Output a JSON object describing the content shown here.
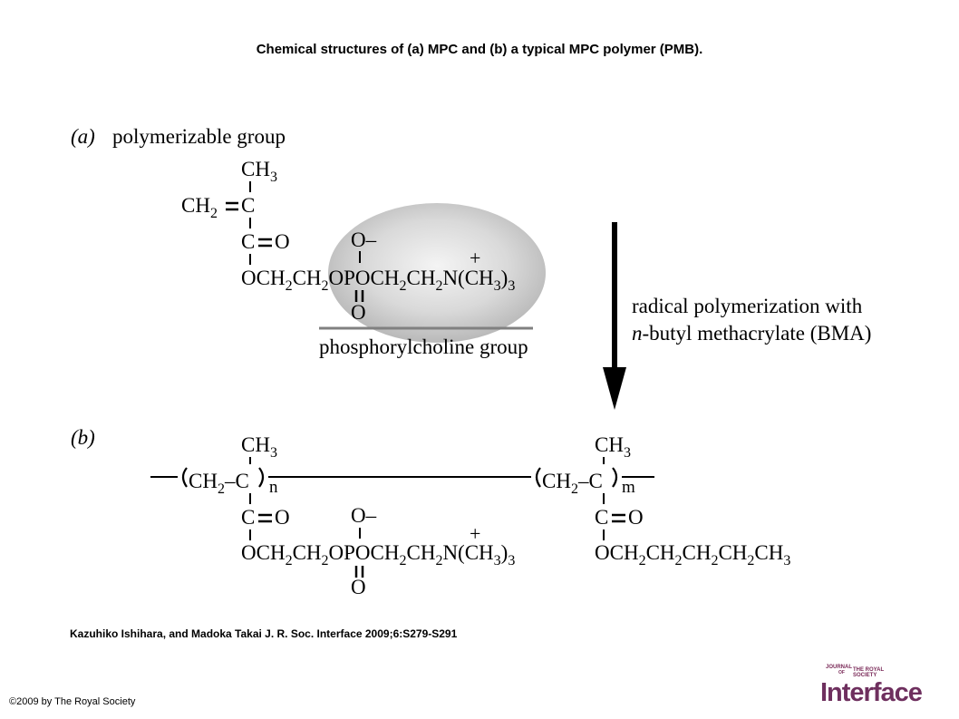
{
  "title": "Chemical structures of (a) MPC and (b) a typical MPC polymer (PMB).",
  "panel_a": {
    "label": "(a)",
    "group_label": "polymerizable group",
    "ch3": "CH3",
    "ch2": "CH2",
    "c_vinyl": "C",
    "c_carbonyl": "C",
    "o_carbonyl": "O",
    "o_minus": "O–",
    "plus": "+",
    "chain_segments": [
      "OCH",
      "2",
      "CH",
      "2",
      "OPOCH",
      "2",
      "CH",
      "2",
      "N(CH",
      "3",
      ")",
      "3"
    ],
    "o_bottom": "O",
    "phospho_label": "phosphorylcholine group"
  },
  "reaction": {
    "line1": "radical polymerization with",
    "line2_italic": "n",
    "line2_rest": "-butyl methacrylate (BMA)"
  },
  "panel_b": {
    "label": "(b)",
    "ch3_left": "CH3",
    "ch3_right": "CH3",
    "n_sub": "n",
    "m_sub": "m",
    "c_carbonyl_left": "C",
    "o_carbonyl_left": "O",
    "c_carbonyl_right": "C",
    "o_carbonyl_right": "O",
    "o_minus": "O–",
    "plus": "+",
    "left_chain": [
      "OCH",
      "2",
      "CH",
      "2",
      "OPOCH",
      "2",
      "CH",
      "2",
      "N(CH",
      "3",
      ")",
      "3"
    ],
    "right_chain": [
      "OCH",
      "2",
      "CH",
      "2",
      "CH",
      "2",
      "CH",
      "2",
      "CH",
      "3"
    ],
    "o_bottom": "O"
  },
  "citation": "Kazuhiko Ishihara, and Madoka Takai J. R. Soc. Interface 2009;6:S279-S291",
  "copyright": "©2009 by The Royal Society",
  "logo": {
    "small_lines": [
      "JOURNAL",
      "OF",
      "THE ROYAL",
      "SOCIETY"
    ],
    "main": "Interface"
  }
}
